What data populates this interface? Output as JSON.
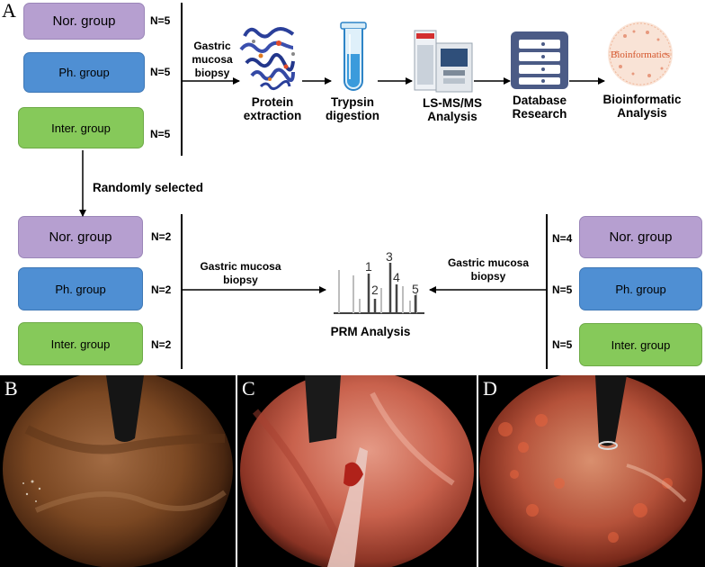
{
  "panels": {
    "A": "A",
    "B": "B",
    "C": "C",
    "D": "D"
  },
  "top": {
    "groups": [
      {
        "name": "Nor. group",
        "n": "N=5"
      },
      {
        "name": "Ph. group",
        "n": "N=5"
      },
      {
        "name": "Inter. group",
        "n": "N=5"
      }
    ],
    "biopsy": "Gastric\nmucosa\nbiopsy",
    "steps": [
      {
        "label": "Protein\nextraction",
        "icon": "protein-structure-icon"
      },
      {
        "label": "Trypsin\ndigestion",
        "icon": "test-tube-icon"
      },
      {
        "label": "LS-MS/MS\nAnalysis",
        "icon": "mass-spectrometer-icon"
      },
      {
        "label": "Database\nResearch",
        "icon": "database-server-icon"
      },
      {
        "label": "Bioinformatic\nAnalysis",
        "icon": "bioinformatics-logo-icon"
      }
    ],
    "bioinformatics_logo_text": "Bioinformatics"
  },
  "randomly_selected": "Randomly selected",
  "bottom_left": {
    "groups": [
      {
        "name": "Nor. group",
        "n": "N=2"
      },
      {
        "name": "Ph. group",
        "n": "N=2"
      },
      {
        "name": "Inter. group",
        "n": "N=2"
      }
    ],
    "biopsy": "Gastric mucosa\nbiopsy"
  },
  "bottom_right": {
    "groups": [
      {
        "name": "Nor. group",
        "n": "N=4"
      },
      {
        "name": "Ph. group",
        "n": "N=5"
      },
      {
        "name": "Inter. group",
        "n": "N=5"
      }
    ],
    "biopsy": "Gastric mucosa\nbiopsy"
  },
  "prm": {
    "label": "PRM Analysis",
    "peak_labels": [
      "1",
      "2",
      "3",
      "4",
      "5"
    ]
  },
  "colors": {
    "nor": "#b69fd0",
    "ph": "#4f8fd3",
    "inter": "#86c95a"
  }
}
